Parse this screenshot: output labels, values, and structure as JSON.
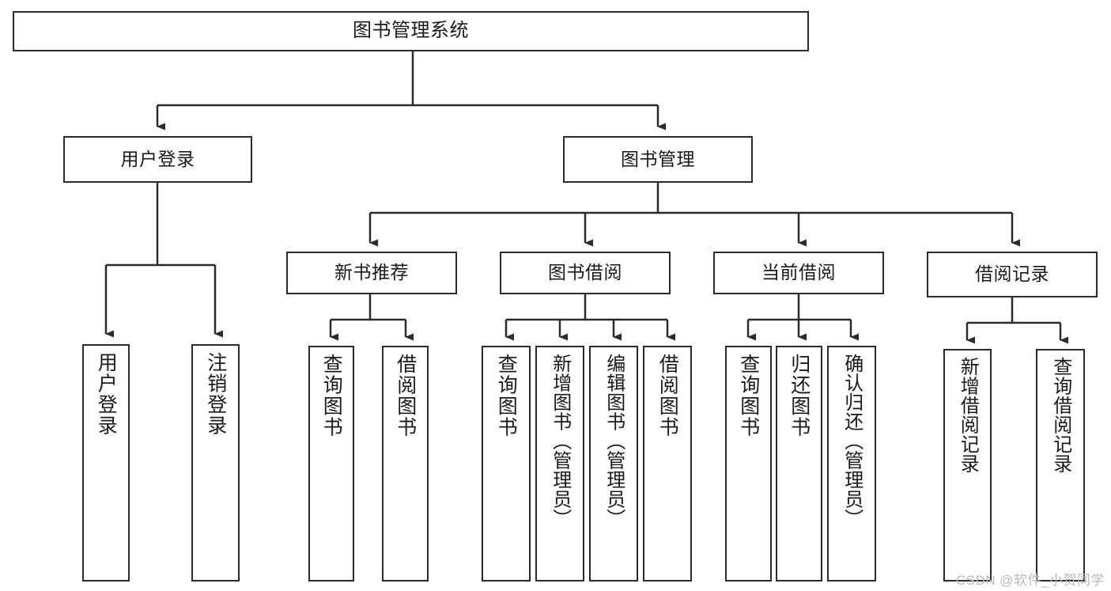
{
  "diagram": {
    "type": "tree-hierarchy",
    "title": "图书管理系统",
    "levels": 4,
    "colors": {
      "stroke": "#2b2b2b",
      "fill": "#ffffff",
      "text": "#1a1a1a",
      "watermark": "#b9b9b9"
    },
    "nodes": {
      "root": {
        "label": "图书管理系统",
        "level": 0
      },
      "user_login": {
        "label": "用户登录",
        "level": 1
      },
      "book_manage": {
        "label": "图书管理",
        "level": 1
      },
      "new_book_rec": {
        "label": "新书推荐",
        "level": 2
      },
      "book_borrow": {
        "label": "图书借阅",
        "level": 2
      },
      "current_borrow": {
        "label": "当前借阅",
        "level": 2
      },
      "borrow_record": {
        "label": "借阅记录",
        "level": 2
      },
      "leaf_user_login": {
        "label": "用户登录",
        "level": 2
      },
      "leaf_logout": {
        "label": "注销登录",
        "level": 2
      },
      "leaf_query_book_1": {
        "label": "查询图书",
        "level": 3
      },
      "leaf_borrow_book_1": {
        "label": "借阅图书",
        "level": 3
      },
      "leaf_query_book_2": {
        "label": "查询图书",
        "level": 3
      },
      "leaf_add_book_admin": {
        "label": "新增图书（管理员）",
        "level": 3
      },
      "leaf_edit_book_admin": {
        "label": "编辑图书（管理员）",
        "level": 3
      },
      "leaf_borrow_book_2": {
        "label": "借阅图书",
        "level": 3
      },
      "leaf_query_book_3": {
        "label": "查询图书",
        "level": 3
      },
      "leaf_return_book": {
        "label": "归还图书",
        "level": 3
      },
      "leaf_confirm_return_admin": {
        "label": "确认归还（管理员）",
        "level": 3
      },
      "leaf_add_record": {
        "label": "新增借阅记录",
        "level": 3
      },
      "leaf_query_record": {
        "label": "查询借阅记录",
        "level": 3
      }
    },
    "edges": [
      {
        "from": "root",
        "to": "user_login"
      },
      {
        "from": "root",
        "to": "book_manage"
      },
      {
        "from": "user_login",
        "to": "leaf_user_login"
      },
      {
        "from": "user_login",
        "to": "leaf_logout"
      },
      {
        "from": "book_manage",
        "to": "new_book_rec"
      },
      {
        "from": "book_manage",
        "to": "book_borrow"
      },
      {
        "from": "book_manage",
        "to": "current_borrow"
      },
      {
        "from": "book_manage",
        "to": "borrow_record"
      },
      {
        "from": "new_book_rec",
        "to": "leaf_query_book_1"
      },
      {
        "from": "new_book_rec",
        "to": "leaf_borrow_book_1"
      },
      {
        "from": "book_borrow",
        "to": "leaf_query_book_2"
      },
      {
        "from": "book_borrow",
        "to": "leaf_add_book_admin"
      },
      {
        "from": "book_borrow",
        "to": "leaf_edit_book_admin"
      },
      {
        "from": "book_borrow",
        "to": "leaf_borrow_book_2"
      },
      {
        "from": "current_borrow",
        "to": "leaf_query_book_3"
      },
      {
        "from": "current_borrow",
        "to": "leaf_return_book"
      },
      {
        "from": "current_borrow",
        "to": "leaf_confirm_return_admin"
      },
      {
        "from": "borrow_record",
        "to": "leaf_add_record"
      },
      {
        "from": "borrow_record",
        "to": "leaf_query_record"
      }
    ]
  },
  "watermark": {
    "text": "CSDN @软件_小贺同学"
  }
}
